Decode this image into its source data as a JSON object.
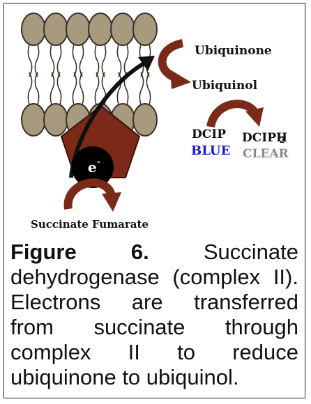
{
  "labels": {
    "ubiquinone": "Ubiquinone",
    "ubiquinol": "Ubiquinol",
    "dcip": "DCIP",
    "dciph2": "DCIPH",
    "dciph2_sub": "2",
    "blue": "BLUE",
    "clear": "CLEAR",
    "electron": "e",
    "electron_sup": "-",
    "succinate_fumarate": "Succinate Fumarate"
  },
  "caption": {
    "lines": [
      [
        "Figure",
        "6.",
        "Succinate"
      ],
      [
        "dehydrogenase",
        "(complex",
        "II)."
      ],
      [
        "Electrons",
        "are",
        "transferred"
      ],
      [
        "from",
        "succinate",
        "through"
      ],
      [
        "complex",
        "II",
        "to",
        "reduce"
      ],
      [
        "ubiquinone to ubiquinol."
      ]
    ]
  },
  "colors": {
    "membrane_head": "#a89a7e",
    "complex": "#7b2a1a",
    "arrow": "#7b2a1a",
    "blue": "#1a1ad6",
    "clear": "#8a8a8a"
  }
}
